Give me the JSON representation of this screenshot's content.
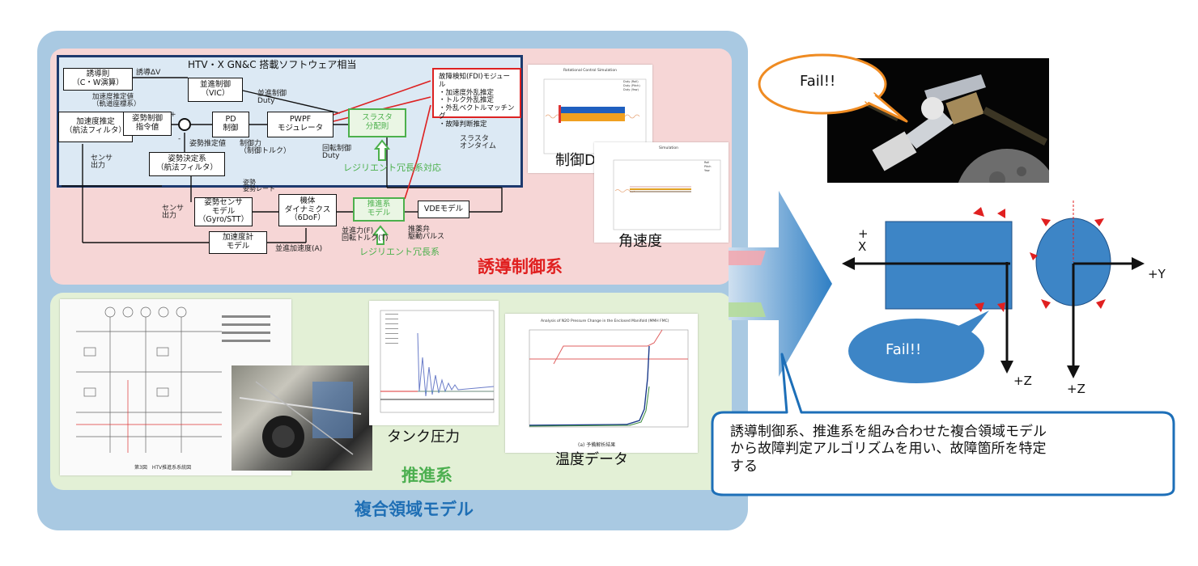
{
  "colors": {
    "outer_panel": "#a9c9e2",
    "control_panel": "#f6d6d6",
    "propulsion_panel": "#e3f0d6",
    "control_title": "#e02020",
    "propulsion_title": "#4caf50",
    "outer_title": "#1f6fb5",
    "fail_bubble": "#3d85c6",
    "fail_bubble_orange": "#ef8b22",
    "thruster_red": "#e02020",
    "frame_navy": "#1d3a6e"
  },
  "outer": {
    "title": "複合領域モデル"
  },
  "control": {
    "title": "誘導制御系",
    "frame_title": "HTV・X GN&C 搭載ソフトウェア相当",
    "blocks": {
      "guidance": "誘導則\n（C・W演算）",
      "velocity": "並進制御\n（VIC）",
      "accel_est": "加速度推定\n（航法フィルタ）",
      "attitude_cmd": "姿勢制御\n指令値",
      "pd": "PD\n制御",
      "pwpf": "PWPF\nモジュレータ",
      "thruster_alloc": "スラスタ\n分配則",
      "attitude_est": "姿勢決定系\n（航法フィルタ）",
      "fdi": "故障検知(FDI)モジュール\n・加速度外乱推定\n・トルク外乱推定\n・外乱ベクトルマッチング\n・故障判断推定",
      "attitude_sensor": "姿勢センサ\nモデル\n（Gyro/STT）",
      "dynamics": "機体\nダイナミクス\n（6DoF）",
      "propulsion_model": "推進系\nモデル",
      "vde": "VDEモデル",
      "accel_meter": "加速度計\nモデル"
    },
    "labels": {
      "guidance_dv": "誘導ΔV",
      "accel_cmd": "加速度推定値\n（軌道座標系）",
      "vel_duty": "並進制御\nDuty",
      "plus": "+",
      "minus": "-",
      "att_est_val": "姿勢推定値",
      "ctrl_torque": "制御力\n（制御トルク）",
      "rot_duty": "回転制御\nDuty",
      "thruster_ontime": "スラスタ\nオンタイム",
      "sensor_out1": "センサ\n出力",
      "att_rate": "姿勢\n姿勢レート",
      "sensor_out2": "センサ\n出力",
      "force_torque": "並進力(F)\n回転トルク(T)",
      "valve_pulse": "推薬弁\n駆動パルス",
      "trans_accel": "並進加速度(A)",
      "resilient_redundancy": "レジリエント冗長系対応",
      "resilient": "レジリエント冗長系"
    },
    "chart_duty": {
      "caption": "制御Duty",
      "title": "Rotational Control Simulation",
      "legend": [
        "Duty (Roll)",
        "Duty (Pitch)",
        "Duty (Yaw)"
      ]
    },
    "chart_rate": {
      "caption": "角速度",
      "title": "Simulation",
      "legend": [
        "Roll",
        "Pitch",
        "Yaw"
      ]
    }
  },
  "propulsion": {
    "title": "推進系",
    "tank_caption": "タンク圧力",
    "temp_caption": "温度データ",
    "temp_chart_title": "Analysis of N2O Pressure Change in the Enclosed Manifold (MMH FMC)",
    "temp_chart_sub": "(a) 予備解析結果",
    "schematic_caption": "第3図　HTV推進系系統図"
  },
  "right": {
    "fail_top": "Fail!!",
    "fail_bottom": "Fail!!",
    "axis_x": "+\nX",
    "axis_y": "+Y",
    "axis_z1": "+Z",
    "axis_z2": "+Z",
    "callout": "誘導制御系、推進系を組み合わせた複合領域モデル\nから故障判定アルゴリズムを用い、故障箇所を特定\nする"
  }
}
